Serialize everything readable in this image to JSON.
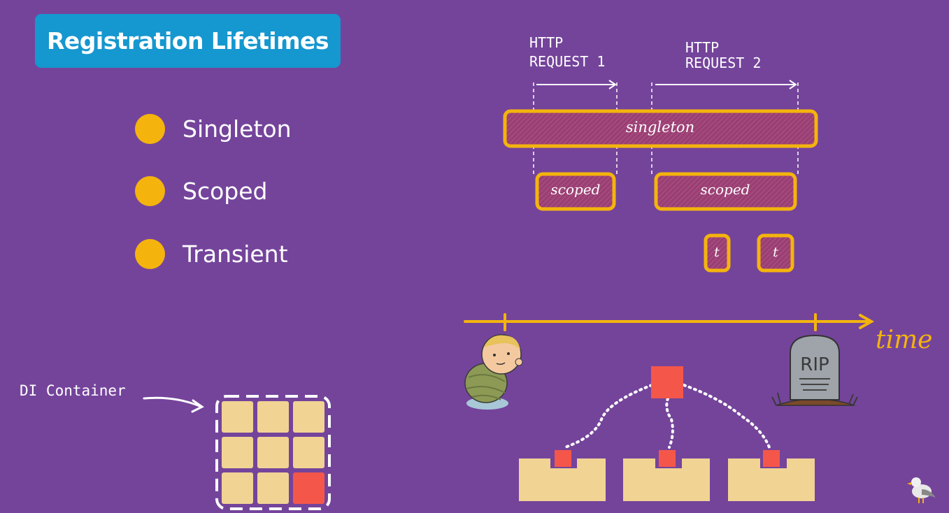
{
  "header": {
    "title": "Registration Lifetimes"
  },
  "bullets": [
    {
      "label": "Singleton"
    },
    {
      "label": "Scoped"
    },
    {
      "label": "Transient"
    }
  ],
  "diagram": {
    "request1": {
      "line1": "HTTP",
      "line2": "REQUEST 1"
    },
    "request2": {
      "line1": "HTTP",
      "line2": "REQUEST 2"
    },
    "singleton_label": "singleton",
    "scoped_label": "scoped",
    "transient_label": "t",
    "time_label": "time",
    "grave_label": "RIP",
    "container_label": "DI Container"
  },
  "colors": {
    "background": "#74449b",
    "title_bg": "#1597cf",
    "accent": "#f4b40d",
    "bar_fill": "#9a3f73",
    "tile": "#f1d393",
    "instance": "#f4574a"
  }
}
